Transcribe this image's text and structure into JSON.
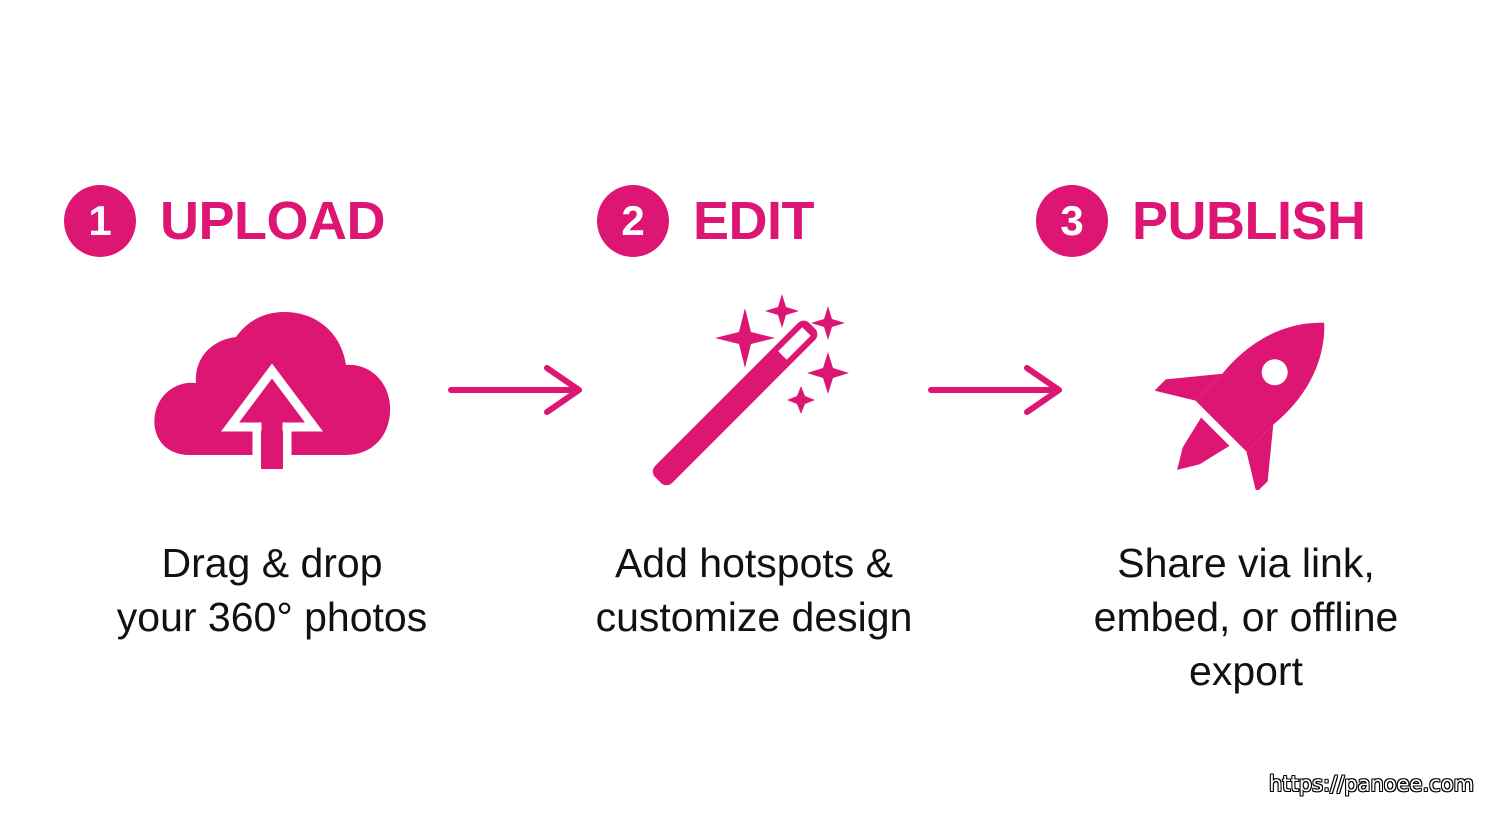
{
  "colors": {
    "accent": "#dd1673",
    "text": "#111111",
    "background": "#ffffff"
  },
  "steps": [
    {
      "number": "1",
      "title": "UPLOAD",
      "icon": "cloud-upload-icon",
      "description": [
        "Drag & drop",
        "your 360° photos"
      ]
    },
    {
      "number": "2",
      "title": "EDIT",
      "icon": "magic-wand-icon",
      "description": [
        "Add hotspots &",
        "customize design"
      ]
    },
    {
      "number": "3",
      "title": "PUBLISH",
      "icon": "rocket-icon",
      "description": [
        "Share via link,",
        "embed, or offline",
        "export"
      ]
    }
  ],
  "connectors": [
    "arrow-right-icon",
    "arrow-right-icon"
  ],
  "footer": {
    "url": "https://panoee.com"
  }
}
